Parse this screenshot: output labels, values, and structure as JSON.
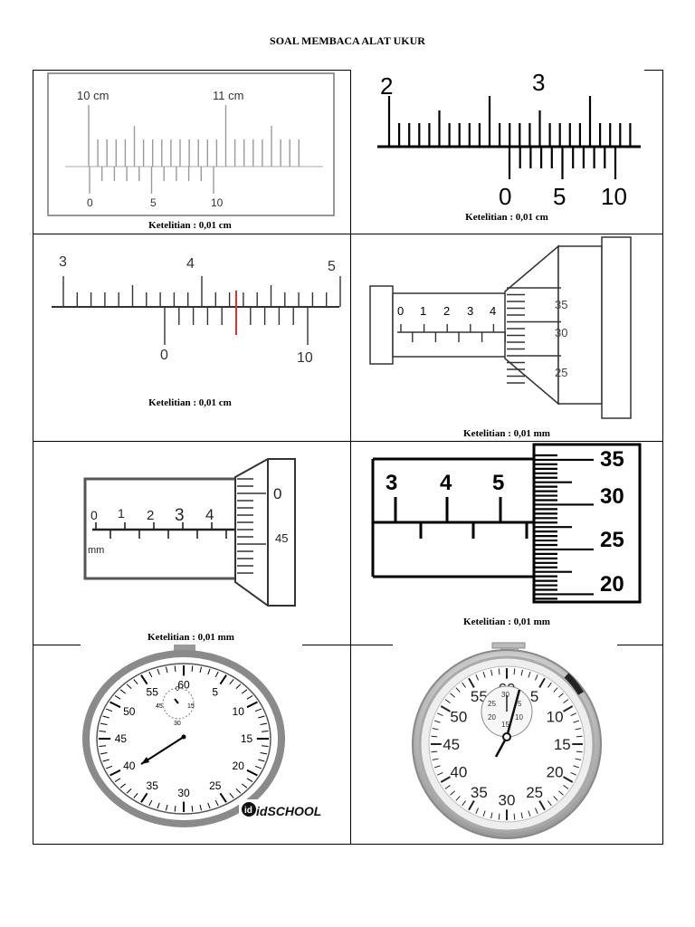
{
  "document": {
    "title": "SOAL MEMBACA ALAT UKUR"
  },
  "cells": [
    {
      "id": "vernier-1",
      "caption": "Ketelitian : 0,01 cm",
      "main_labels": [
        "10 cm",
        "11 cm"
      ],
      "vernier_labels": [
        "0",
        "5",
        "10"
      ]
    },
    {
      "id": "vernier-2",
      "caption": "Ketelitian : 0,01 cm",
      "main_labels": [
        "2",
        "3"
      ],
      "vernier_labels": [
        "0",
        "5",
        "10"
      ]
    },
    {
      "id": "vernier-3",
      "caption": "Ketelitian : 0,01 cm",
      "main_labels": [
        "3",
        "4",
        "5"
      ],
      "vernier_labels": [
        "0",
        "10"
      ]
    },
    {
      "id": "micrometer-1",
      "caption": "Ketelitian : 0,01 mm",
      "sleeve_labels": [
        "0",
        "1",
        "2",
        "3",
        "4"
      ],
      "thimble_labels": [
        "35",
        "30",
        "25"
      ]
    },
    {
      "id": "micrometer-2",
      "caption": "Ketelitian : 0,01 mm",
      "sleeve_labels": [
        "0",
        "1",
        "2",
        "3",
        "4"
      ],
      "sleeve_unit": "mm",
      "thimble_labels": [
        "0",
        "45"
      ]
    },
    {
      "id": "micrometer-3",
      "caption": "Ketelitian : 0,01 mm",
      "sleeve_labels": [
        "3",
        "4",
        "5"
      ],
      "thimble_labels": [
        "35",
        "30",
        "25",
        "20"
      ]
    },
    {
      "id": "stopwatch-1",
      "dial_labels": [
        "60",
        "5",
        "10",
        "15",
        "20",
        "25",
        "30",
        "35",
        "40",
        "45",
        "50",
        "55"
      ],
      "subdial_labels": [
        "0",
        "15",
        "30",
        "45"
      ],
      "brand": "idSCHOOL"
    },
    {
      "id": "stopwatch-2",
      "dial_labels": [
        "60",
        "5",
        "10",
        "15",
        "20",
        "25",
        "30",
        "35",
        "40",
        "45",
        "50",
        "55"
      ],
      "subdial_labels": [
        "30",
        "25",
        "20",
        "5",
        "10",
        "15"
      ]
    }
  ],
  "colors": {
    "ruler_gray": "#9a9a9a",
    "ink": "#000000",
    "highlight_red": "#e03030",
    "frame_gray": "#7a7a7a"
  }
}
